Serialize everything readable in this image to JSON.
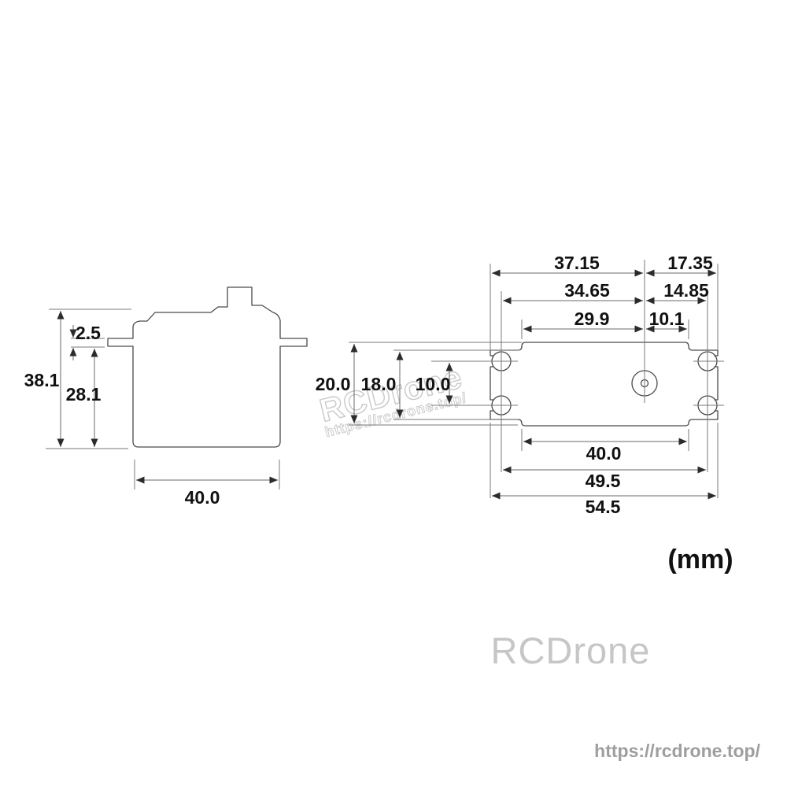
{
  "unit_label": "(mm)",
  "side_view": {
    "overall_height": "38.1",
    "flange_thickness": "2.5",
    "lower_body_height": "28.1",
    "body_width": "40.0"
  },
  "top_view": {
    "flange_left_to_shaft": "37.15",
    "shaft_to_flange_right": "17.35",
    "hole_left_to_shaft": "34.65",
    "shaft_to_hole_right": "14.85",
    "body_left_to_shaft": "29.9",
    "shaft_to_body_right": "10.1",
    "body_depth": "20.0",
    "flange_depth": "18.0",
    "hole_row_spacing": "10.0",
    "body_width": "40.0",
    "hole_span": "49.5",
    "flange_width": "54.5"
  },
  "watermarks": {
    "diagonal_brand": "RCDrone",
    "diagonal_url": "https://rcdrone.top/",
    "footer_brand": "RCDrone",
    "footer_url": "https://rcdrone.top/"
  },
  "colors": {
    "outline": "#4a4a4a",
    "dimension": "#6a6a6a",
    "label": "#111111",
    "watermark": "#c6c6c6",
    "footer_url_gray": "#9e9e9e"
  }
}
